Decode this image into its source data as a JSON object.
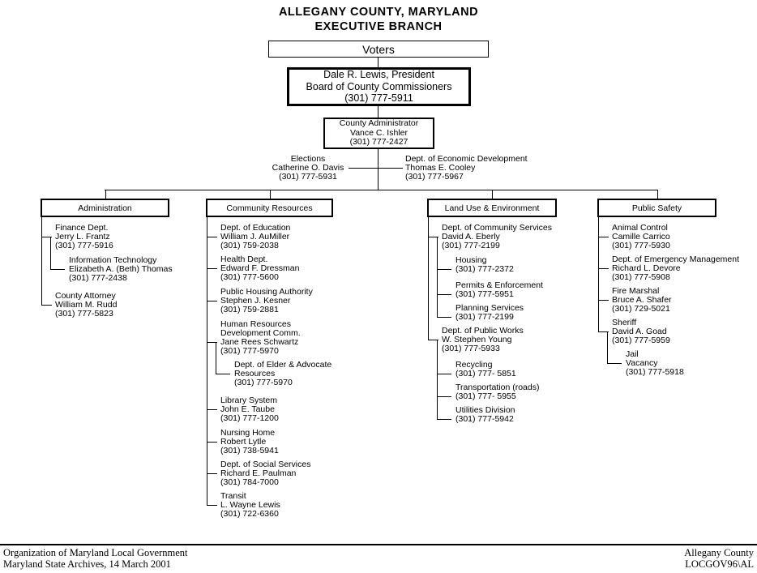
{
  "title": {
    "line1": "ALLEGANY COUNTY, MARYLAND",
    "line2": "EXECUTIVE BRANCH"
  },
  "voters": {
    "label": "Voters"
  },
  "commissioners": {
    "lines": [
      "Dale R. Lewis, President",
      "Board of County Commissioners",
      "(301) 777-5911"
    ]
  },
  "administrator": {
    "lines": [
      "County Administrator",
      "Vance C. Ishler",
      "(301) 777-2427"
    ]
  },
  "elections": {
    "lines": [
      "Elections",
      "Catherine O. Davis",
      "(301) 777-5931"
    ]
  },
  "economic_development": {
    "lines": [
      "Dept. of Economic Development",
      "Thomas E. Cooley",
      "(301) 777-5967"
    ]
  },
  "branches": [
    {
      "name": "Administration",
      "items": [
        {
          "lines": [
            "Finance Dept.",
            "Jerry L. Frantz",
            "(301) 777-5916"
          ]
        },
        {
          "lines": [
            "Information Technology",
            "Elizabeth A. (Beth) Thomas",
            "(301) 777-2438"
          ],
          "sub": true
        },
        {
          "lines": [
            "County Attorney",
            "William M. Rudd",
            "(301) 777-5823"
          ]
        }
      ]
    },
    {
      "name": "Community Resources",
      "items": [
        {
          "lines": [
            "Dept. of Education",
            "William J. AuMiller",
            "(301) 759-2038"
          ]
        },
        {
          "lines": [
            "Health Dept.",
            "Edward F. Dressman",
            "(301) 777-5600"
          ]
        },
        {
          "lines": [
            "Public Housing Authority",
            "Stephen J. Kesner",
            "(301) 759-2881"
          ]
        },
        {
          "lines": [
            "Human Resources",
            "Development Comm.",
            "Jane Rees Schwartz",
            "(301) 777-5970"
          ]
        },
        {
          "lines": [
            "Dept. of Elder & Advocate",
            "Resources",
            "(301) 777-5970"
          ],
          "sub": true
        },
        {
          "lines": [
            "Library System",
            "John E. Taube",
            "(301) 777-1200"
          ]
        },
        {
          "lines": [
            "Nursing Home",
            "Robert Lytle",
            "(301) 738-5941"
          ]
        },
        {
          "lines": [
            "Dept. of Social Services",
            "Richard E. Paulman",
            "(301) 784-7000"
          ]
        },
        {
          "lines": [
            "Transit",
            "L. Wayne Lewis",
            "(301) 722-6360"
          ]
        }
      ]
    },
    {
      "name": "Land Use & Environment",
      "items": [
        {
          "lines": [
            "Dept. of Community Services",
            "David A. Eberly",
            "(301) 777-2199"
          ]
        },
        {
          "lines": [
            "Housing",
            "(301) 777-2372"
          ],
          "sub": true
        },
        {
          "lines": [
            "Permits & Enforcement",
            "(301) 777-5951"
          ],
          "sub": true
        },
        {
          "lines": [
            "Planning Services",
            "(301) 777-2199"
          ],
          "sub": true
        },
        {
          "lines": [
            "Dept. of Public Works",
            "W. Stephen Young",
            "(301) 777-5933"
          ]
        },
        {
          "lines": [
            "Recycling",
            "(301) 777- 5851"
          ],
          "sub": true
        },
        {
          "lines": [
            "Transportation (roads)",
            "(301) 777- 5955"
          ],
          "sub": true
        },
        {
          "lines": [
            "Utilities Division",
            "(301) 777-5942"
          ],
          "sub": true
        }
      ]
    },
    {
      "name": "Public Safety",
      "items": [
        {
          "lines": [
            "Animal Control",
            "Camille Carrico",
            "(301) 777-5930"
          ]
        },
        {
          "lines": [
            "Dept. of Emergency Management",
            "Richard L. Devore",
            "(301) 777-5908"
          ]
        },
        {
          "lines": [
            "Fire Marshal",
            "Bruce A. Shafer",
            "(301) 729-5021"
          ]
        },
        {
          "lines": [
            "Sheriff",
            "David A. Goad",
            "(301) 777-5959"
          ]
        },
        {
          "lines": [
            "Jail",
            "Vacancy",
            "(301) 777-5918"
          ],
          "sub": true
        }
      ]
    }
  ],
  "footer": {
    "left": [
      "Organization of Maryland Local Government",
      "Maryland State Archives, 14 March 2001"
    ],
    "right": [
      "Allegany County",
      "LOCGOV96\\AL"
    ]
  }
}
